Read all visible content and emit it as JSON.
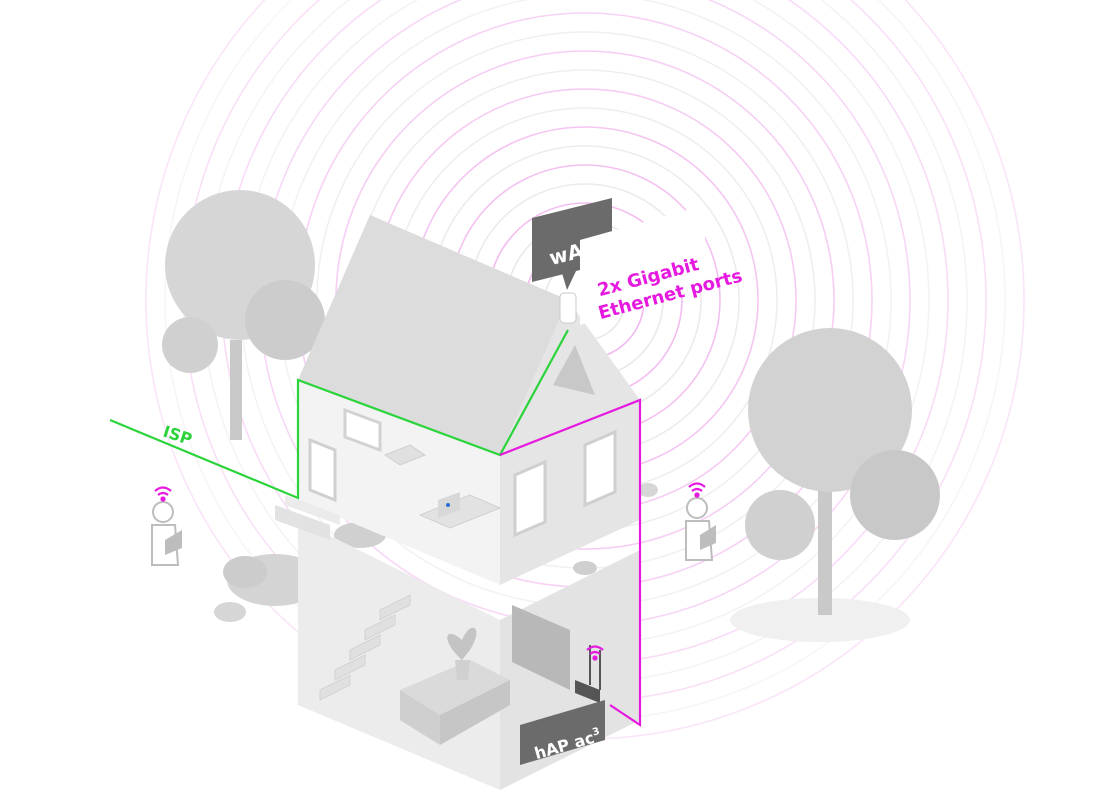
{
  "labels": {
    "wap_device": "wAP ac",
    "wap_feature_line1": "2x Gigabit",
    "wap_feature_line2": "Ethernet ports",
    "hap_device_base": "hAP ac",
    "hap_device_sup": "3",
    "isp": "ISP"
  },
  "colors": {
    "magenta": "#e619e0",
    "green": "#2bd43b",
    "label_bg": "#6b6b6b",
    "grey_light": "#e6e6e6",
    "grey_mid": "#cfcfcf",
    "grey_dark": "#bdbdbd"
  },
  "icons": [
    "wifi-icon",
    "tree",
    "person",
    "router",
    "laptop",
    "tv",
    "plant",
    "sofa",
    "stairs"
  ]
}
